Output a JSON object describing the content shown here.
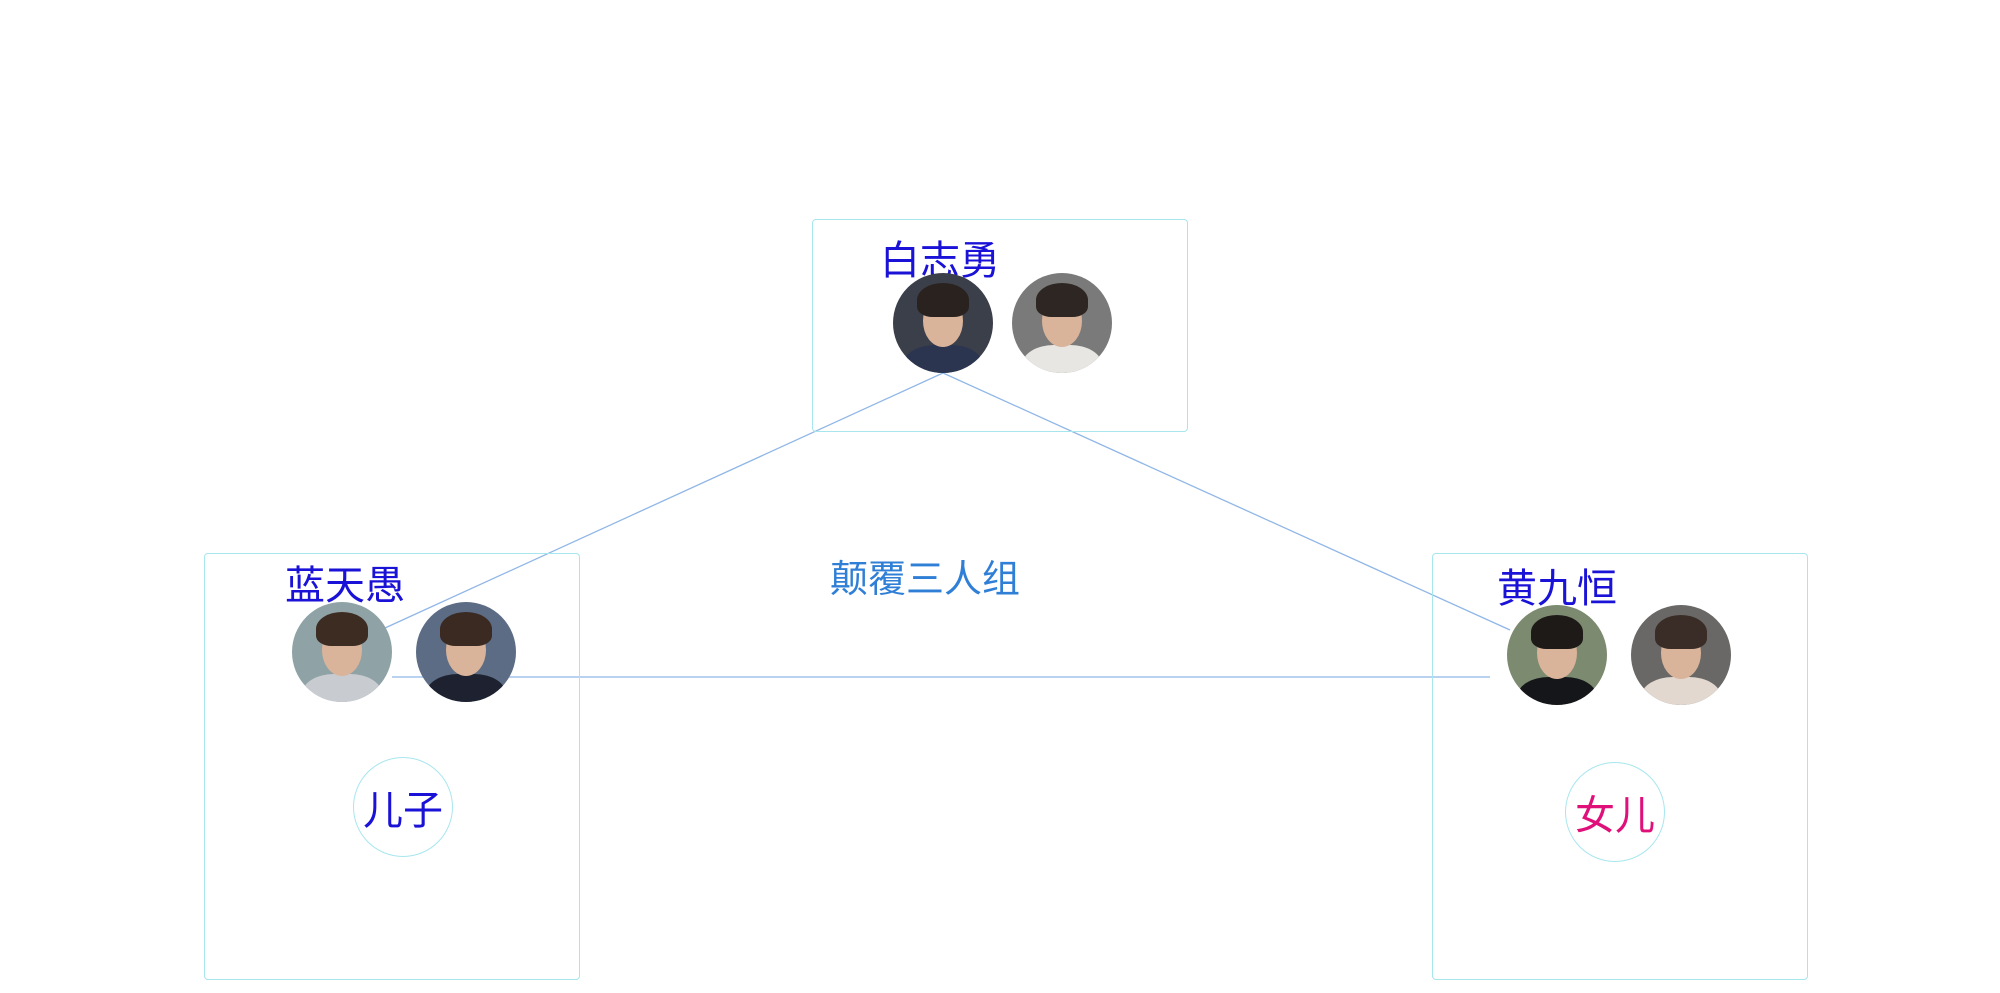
{
  "center_label": "颠覆三人组",
  "groups": {
    "top": {
      "name": "白志勇"
    },
    "left": {
      "name": "蓝天愚",
      "relation": "儿子"
    },
    "right": {
      "name": "黄九恒",
      "relation": "女儿"
    }
  },
  "colors": {
    "name": "#1a12d6",
    "son": "#1a12d6",
    "daughter": "#e0107a",
    "center_label": "#2f7fd6",
    "line": "#8fb6e6",
    "border": "#a8e6ee"
  }
}
